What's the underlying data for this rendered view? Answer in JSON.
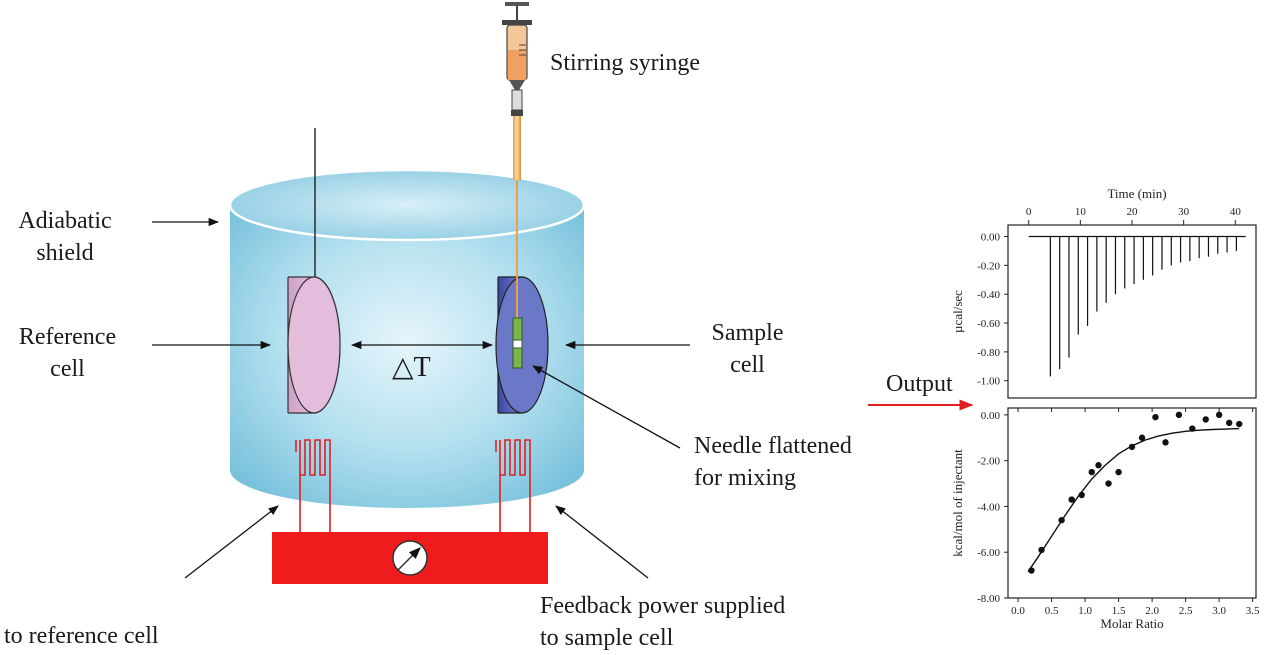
{
  "labels": {
    "stirring_syringe": "Stirring syringe",
    "adiabatic_shield": [
      "Adiabatic",
      "shield"
    ],
    "reference_cell": [
      "Reference",
      "cell"
    ],
    "sample_cell": [
      "Sample",
      "cell"
    ],
    "delta_t": "△T",
    "needle": [
      "Needle flattened",
      "for mixing"
    ],
    "output": "Output",
    "to_reference_cell": "to reference cell",
    "feedback_power": [
      "Feedback power supplied",
      "to sample cell"
    ]
  },
  "colors": {
    "vessel": "#9fd3e6",
    "reference_cell": "#d7a8cf",
    "sample_cell": "#5560b8",
    "heater": "#e02020",
    "power_box": "#ee1c1c",
    "syringe": "#f0a060",
    "output_arrow": "#e02020"
  },
  "chart_data": [
    {
      "type": "line",
      "title": "",
      "xlabel": "Time (min)",
      "ylabel": "µcal/sec",
      "xlim": [
        -4,
        44
      ],
      "ylim": [
        -1.12,
        0.08
      ],
      "xticks": [
        0,
        10,
        20,
        30,
        40
      ],
      "xticklabels": [
        "0",
        "10",
        "20",
        "30",
        "40"
      ],
      "yticks": [
        0.0,
        -0.2,
        -0.4,
        -0.6,
        -0.8,
        -1.0
      ],
      "yticklabels": [
        "0.00",
        "-0.20",
        "-0.40",
        "-0.60",
        "-0.80",
        "-1.00"
      ],
      "baseline": 0.0,
      "baseline_x": [
        0,
        42
      ],
      "peaks": {
        "x": [
          4.2,
          6.0,
          7.8,
          9.6,
          11.4,
          13.2,
          15.0,
          16.8,
          18.6,
          20.4,
          22.2,
          24.0,
          25.8,
          27.6,
          29.4,
          31.2,
          33.0,
          34.8,
          36.6,
          38.4,
          40.2
        ],
        "y": [
          -0.97,
          -0.92,
          -0.84,
          -0.68,
          -0.62,
          -0.52,
          -0.46,
          -0.4,
          -0.36,
          -0.33,
          -0.3,
          -0.27,
          -0.23,
          -0.2,
          -0.18,
          -0.17,
          -0.15,
          -0.14,
          -0.12,
          -0.11,
          -0.1
        ]
      }
    },
    {
      "type": "scatter",
      "title": "",
      "xlabel": "Molar Ratio",
      "ylabel": "kcal/mol of injectant",
      "xlim": [
        -0.15,
        3.55
      ],
      "ylim": [
        -8.0,
        0.3
      ],
      "xticks": [
        0.0,
        0.5,
        1.0,
        1.5,
        2.0,
        2.5,
        3.0,
        3.5
      ],
      "xticklabels": [
        "0.0",
        "0.5",
        "1.0",
        "1.5",
        "2.0",
        "2.5",
        "3.0",
        "3.5"
      ],
      "yticks": [
        0.0,
        -2.0,
        -4.0,
        -6.0,
        -8.0
      ],
      "yticklabels": [
        "0.00",
        "-2.00",
        "-4.00",
        "-6.00",
        "-8.00"
      ],
      "points": {
        "x": [
          0.2,
          0.35,
          0.65,
          0.8,
          0.95,
          1.1,
          1.2,
          1.35,
          1.5,
          1.7,
          1.85,
          2.05,
          2.2,
          2.4,
          2.6,
          2.8,
          3.0,
          3.15,
          3.3
        ],
        "y": [
          -6.8,
          -5.9,
          -4.6,
          -3.7,
          -3.5,
          -2.5,
          -2.2,
          -3.0,
          -2.5,
          -1.4,
          -1.0,
          -0.1,
          -1.2,
          0.0,
          -0.6,
          -0.2,
          0.0,
          -0.35,
          -0.4
        ]
      },
      "fit": {
        "x": [
          0.15,
          0.3,
          0.5,
          0.7,
          0.9,
          1.1,
          1.3,
          1.5,
          1.7,
          1.9,
          2.1,
          2.3,
          2.5,
          2.7,
          2.9,
          3.1,
          3.3
        ],
        "y": [
          -6.85,
          -6.2,
          -5.3,
          -4.4,
          -3.55,
          -2.8,
          -2.2,
          -1.7,
          -1.35,
          -1.1,
          -0.92,
          -0.8,
          -0.72,
          -0.67,
          -0.64,
          -0.62,
          -0.6
        ]
      }
    }
  ]
}
